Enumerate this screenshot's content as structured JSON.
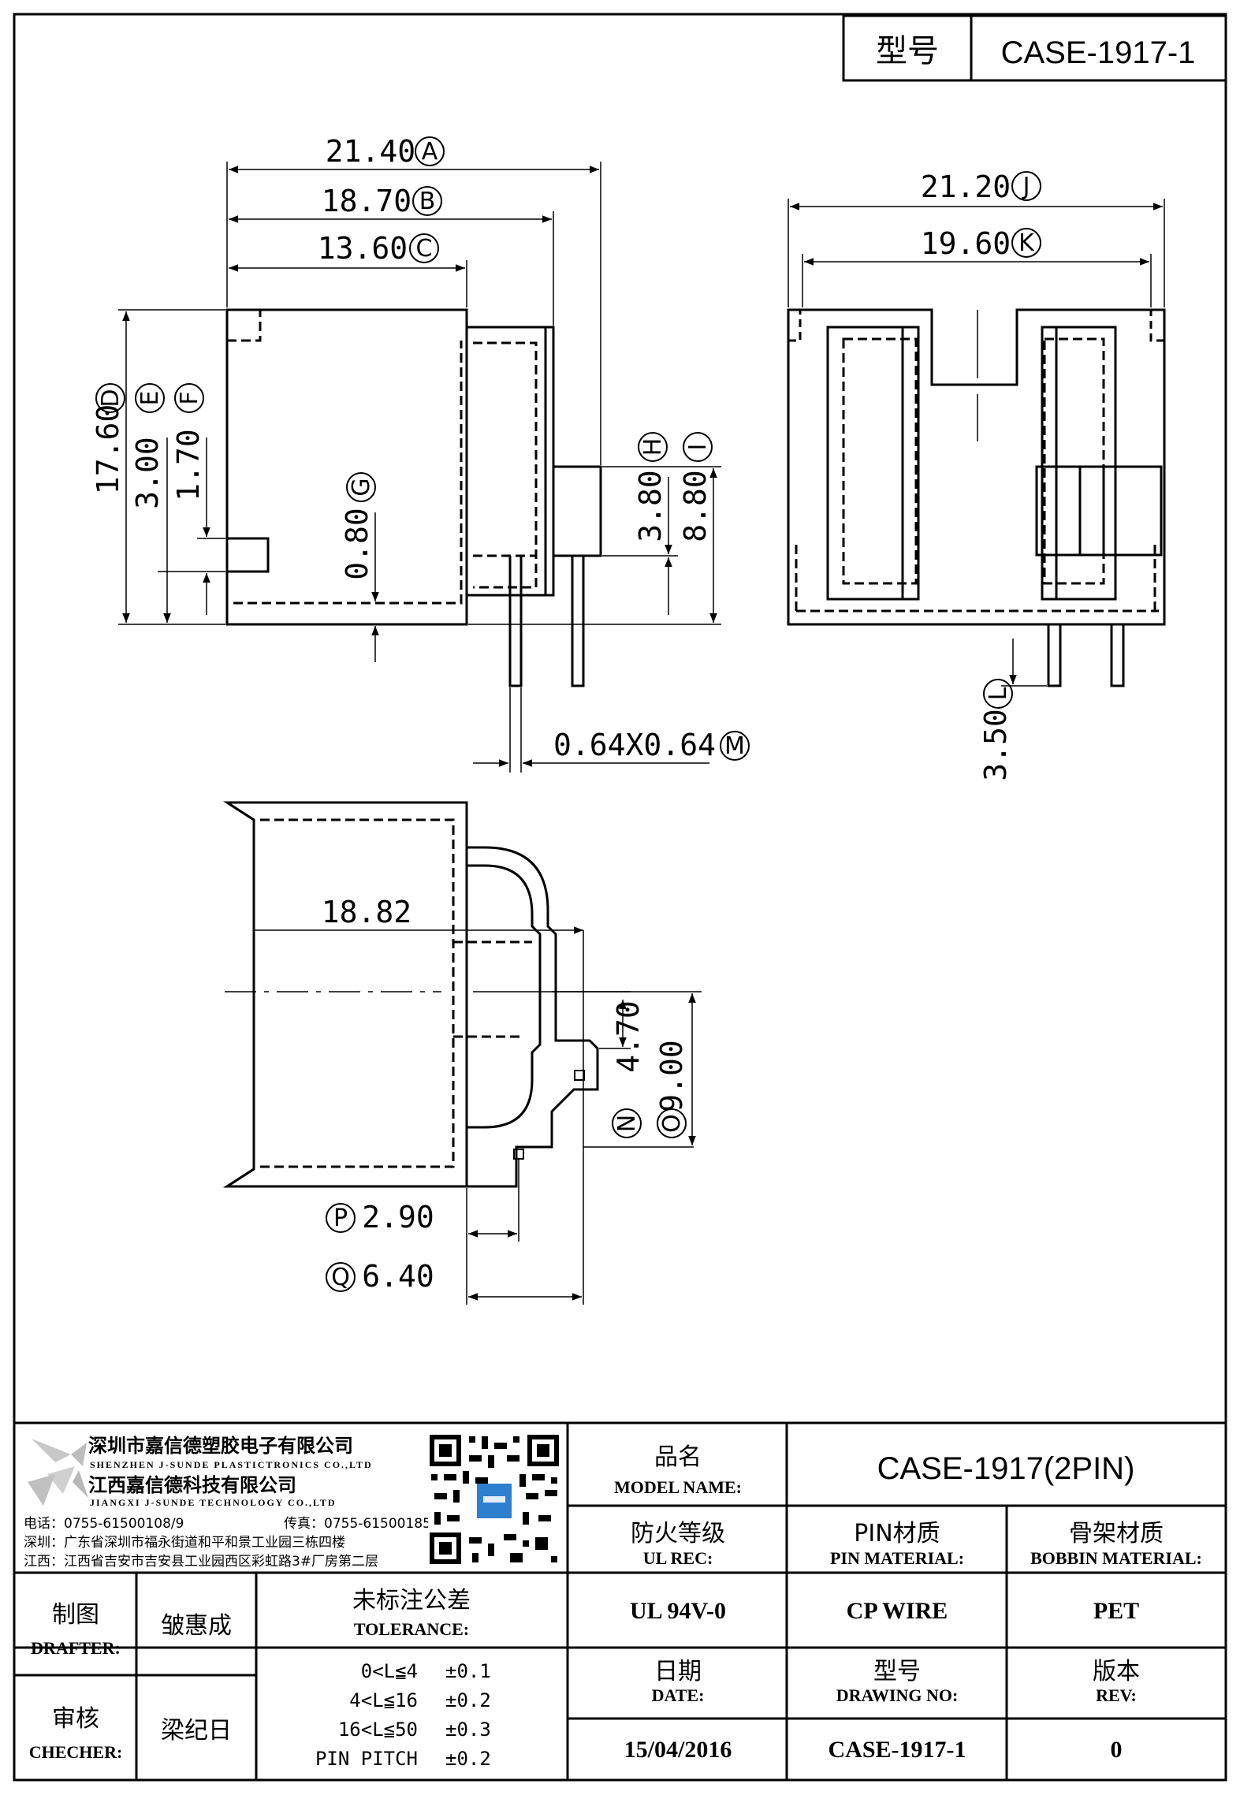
{
  "header": {
    "label": "型号",
    "model": "CASE-1917-1"
  },
  "dimensions": {
    "A": "21.40",
    "B": "18.70",
    "C": "13.60",
    "D": "17.60",
    "E": "3.00",
    "F": "1.70",
    "G": "0.80",
    "H": "3.80",
    "I": "8.80",
    "J": "21.20",
    "K": "19.60",
    "L": "3.50",
    "M": "0.64X0.64",
    "N": "4.70",
    "O": "9.00",
    "P": "2.90",
    "Q": "6.40",
    "unlabeled": "18.82"
  },
  "company": {
    "name_sz": "深圳市嘉信德塑胶电子有限公司",
    "name_sz_en": "SHENZHEN J-SUNDE PLASTICTRONICS CO.,LTD",
    "name_jx": "江西嘉信德科技有限公司",
    "name_jx_en": "JIANGXI J-SUNDE TECHNOLOGY CO.,LTD",
    "tel": "电话：0755-61500108/9",
    "fax": "传真：0755-61500185",
    "addr_sz": "深圳：广东省深圳市福永街道和平和景工业园三栋四楼",
    "addr_jx": "江西：江西省吉安市吉安县工业园西区彩虹路3#厂房第二层"
  },
  "title_block": {
    "model_name_zh": "品名",
    "model_name_en": "MODEL NAME:",
    "model_name_value": "CASE-1917(2PIN)",
    "ul_zh": "防火等级",
    "ul_en": "UL REC:",
    "ul_value": "UL 94V-0",
    "pin_zh": "PIN材质",
    "pin_en": "PIN MATERIAL:",
    "pin_value": "CP WIRE",
    "bobbin_zh": "骨架材质",
    "bobbin_en": "BOBBIN MATERIAL:",
    "bobbin_value": "PET",
    "drafter_zh": "制图",
    "drafter_en": "DRAFTER:",
    "drafter_value": "皱惠成",
    "checker_zh": "审核",
    "checker_en": "CHECHER:",
    "checker_value": "梁纪日",
    "tolerance_zh": "未标注公差",
    "tolerance_en": "TOLERANCE:",
    "tolerances": [
      {
        "range": "0<L≦4",
        "value": "±0.1"
      },
      {
        "range": "4<L≦16",
        "value": "±0.2"
      },
      {
        "range": "16<L≦50",
        "value": "±0.3"
      },
      {
        "range": "PIN PITCH",
        "value": "±0.2"
      }
    ],
    "date_zh": "日期",
    "date_en": "DATE:",
    "date_value": "15/04/2016",
    "drawing_zh": "型号",
    "drawing_en": "DRAWING NO:",
    "drawing_value": "CASE-1917-1",
    "rev_zh": "版本",
    "rev_en": "REV:",
    "rev_value": "0"
  }
}
